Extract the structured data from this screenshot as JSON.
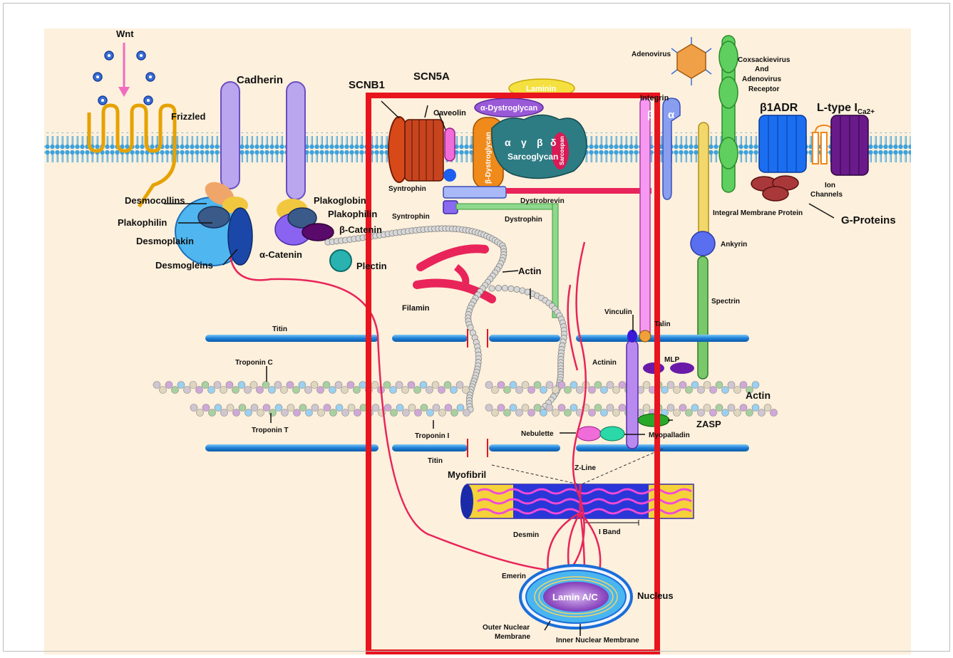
{
  "labels": {
    "wnt": "Wnt",
    "frizzled": "Frizzled",
    "cadherin": "Cadherin",
    "scnb1": "SCNB1",
    "scn5a": "SCN5A",
    "laminin": "Laminin",
    "caveolin": "Caveolin",
    "a_dystroglycan": "α-Dystroglycan",
    "b_dystroglycan": "β-Dystroglycan",
    "sarcoglycan": "Sarcoglycan",
    "sg_alpha": "α",
    "sg_gamma": "γ",
    "sg_beta": "β",
    "sg_delta": "δ",
    "sarcospan": "Sarcospan",
    "integrin": "Integrin",
    "integrin_beta": "β",
    "integrin_alpha": "α",
    "adenovirus": "Adenovirus",
    "car_line1": "Coxsackievirus",
    "car_line2": "And",
    "car_line3": "Adenovirus",
    "car_line4": "Receptor",
    "b1adr": "β1ADR",
    "ltype": "L-type I",
    "ltype_sub": "Ca2+",
    "ion_line1": "Ion",
    "ion_line2": "Channels",
    "g_proteins": "G-Proteins",
    "integral_membrane": "Integral Membrane Protein",
    "ankyrin": "Ankyrin",
    "spectrin": "Spectrin",
    "syntrophin1": "Syntrophin",
    "syntrophin2": "Syntrophin",
    "dystrobrevin": "Dystrobrevin",
    "dystrophin": "Dystrophin",
    "desmocollins": "Desmocollins",
    "plakophilin_left": "Plakophilin",
    "desmoplakin": "Desmoplakin",
    "desmogleins": "Desmogleins",
    "plakoglobin": "Plakoglobin",
    "plakophilin_right": "Plakophilin",
    "b_catenin": "β-Catenin",
    "a_catenin": "α-Catenin",
    "plectin": "Plectin",
    "filamin": "Filamin",
    "actin_top1": "Actin",
    "talin": "Talin",
    "vinculin": "Vinculin",
    "titin_top": "Titin",
    "troponin_c": "Troponin C",
    "troponin_t": "Troponin T",
    "troponin_i": "Troponin I",
    "titin_bottom": "Titin",
    "actinin": "Actinin",
    "mlp": "MLP",
    "actin_right": "Actin",
    "zasp": "ZASP",
    "nebulette": "Nebulette",
    "myopalladin": "Myopalladin",
    "myofibril": "Myofibril",
    "z_line": "Z-Line",
    "i_band": "I Band",
    "desmin": "Desmin",
    "emerin": "Emerin",
    "lamin_ac": "Lamin A/C",
    "nucleus": "Nucleus",
    "outer_nm_1": "Outer Nuclear",
    "outer_nm_2": "Membrane",
    "inner_nm": "Inner Nuclear Membrane"
  },
  "colors": {
    "background": "#fdf0dc",
    "membrane_head": "#4aa8e0",
    "highlight_box": "#e8141e",
    "desmin": "#e8245a",
    "titin": "#2a8ee0"
  }
}
